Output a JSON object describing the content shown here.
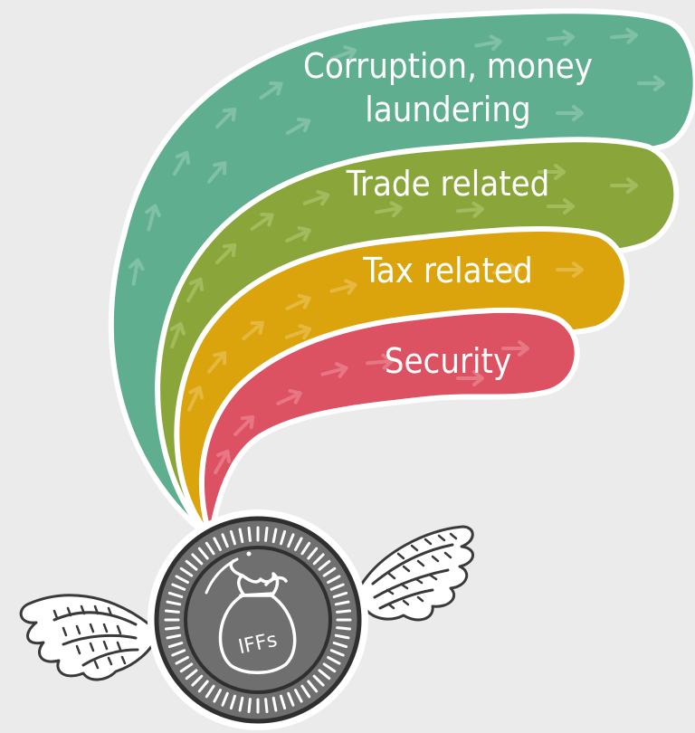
{
  "bands": [
    {
      "label_lines": [
        "Corruption, money",
        "laundering"
      ],
      "color": "#5fae8f"
    },
    {
      "label_lines": [
        "Trade related"
      ],
      "color": "#8aa63b"
    },
    {
      "label_lines": [
        "Tax related"
      ],
      "color": "#dba30c"
    },
    {
      "label_lines": [
        "Security"
      ],
      "color": "#dd5263"
    }
  ],
  "coin": {
    "label": "IFFs",
    "color": "#6f6f6f"
  }
}
